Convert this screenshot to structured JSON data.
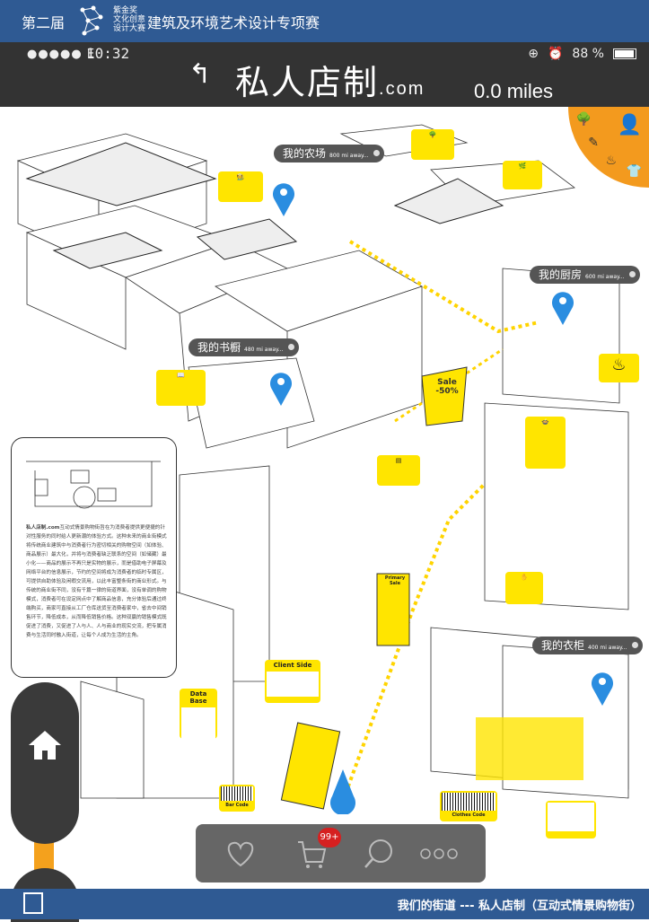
{
  "header": {
    "edition": "第二届",
    "award_logo_text": "紫金奖 文化创意 设计大赛",
    "competition": "建筑及环境艺术设计专项赛"
  },
  "status_bar": {
    "signal": "●●●●● E",
    "time": "10:32",
    "battery": "88 %",
    "battery_level": 0.88
  },
  "app": {
    "brand": "私人店制",
    "brand_suffix": ".com",
    "distance": "0.0 miles",
    "back_icon": "arrow-back-icon"
  },
  "locations": [
    {
      "name": "我的农场",
      "distance": "800 mi away..."
    },
    {
      "name": "我的厨房",
      "distance": "600 mi away..."
    },
    {
      "name": "我的书橱",
      "distance": "480 mi away..."
    },
    {
      "name": "我的衣柜",
      "distance": "400 mi away..."
    }
  ],
  "signs": {
    "sale": "Sale",
    "sale_pct": "-50%",
    "client_side": "Client Side",
    "data_base": "Data Base",
    "bar_code": "Bar Code",
    "clothes_code": "Clothes Code",
    "primary_sale": "Primary Sale"
  },
  "description": {
    "title": "私人店制.com",
    "body": "互动式情景购物街旨在为消费者提供更便捷的针对性服务的同时给人更新潮的体验方式。这种未来的商业街模式将传统商业建筑中与消费者行为密切相关的购物空间（如体验、商品展示）最大化，并将与消费者缺乏联系的空间（如储藏）最小化——商品的展示不再只是实物的展示，而是借助电子屏幕及网络平台的信息展示，节约的空间将成为消费者的临时专属区，可提供自助体验及闲暇交流用，以此丰富整条街的商业形式。与传统的商业街不同，没有千篇一律的街道界面，没有单调的购物模式，消费者可在设定网点中了解商品信息，充分体验后通过终端购买，商家可直接从工厂仓库送货至消费者家中，省去中间销售环节，降低成本，从而降低销售价格。这种双赢的销售模式既促进了消费，又促进了人与人、人与商业的现实交流，把专属消费与生活同时融入街道，让每个人成为生活的主角。"
  },
  "toolbar": {
    "cart_badge": "99+"
  },
  "footer": {
    "title": "我们的街道 --- 私人店制（互动式情景购物街）"
  },
  "colors": {
    "blue": "#2f5a93",
    "dark": "#333333",
    "orange": "#f39a1e",
    "yellow": "#ffe500",
    "pin": "#2a8de0"
  }
}
